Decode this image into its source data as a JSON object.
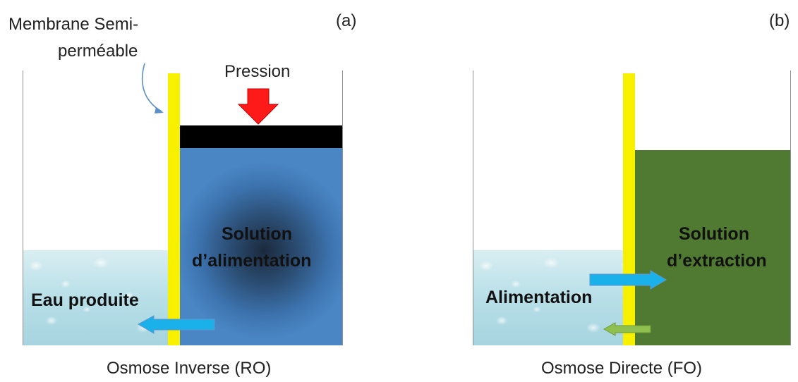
{
  "panel_a": {
    "tag": "(a)",
    "membrane_label_line1": "Membrane Semi-",
    "membrane_label_line2": "perméable",
    "pressure_label": "Pression",
    "feed_label_line1": "Solution",
    "feed_label_line2": "d’alimentation",
    "product_label": "Eau produite",
    "caption": "Osmose Inverse (RO)"
  },
  "panel_b": {
    "tag": "(b)",
    "draw_label_line1": "Solution",
    "draw_label_line2": "d’extraction",
    "feed_label": "Alimentation",
    "caption": "Osmose Directe (FO)"
  },
  "colors": {
    "membrane": "#f7f100",
    "feed_solution": "#4a86c4",
    "draw_solution": "#507a31",
    "piston": "#000000",
    "pressure_arrow": "#ff1a1a",
    "water_flow_arrow": "#1ab0ea",
    "reverse_flux_arrow": "#8fc04f",
    "pointer": "#5b8fc9"
  },
  "icons": [
    "pressure-arrow-icon",
    "water-flow-arrow-icon",
    "reverse-flux-arrow-icon",
    "pointer-arrow-icon"
  ]
}
